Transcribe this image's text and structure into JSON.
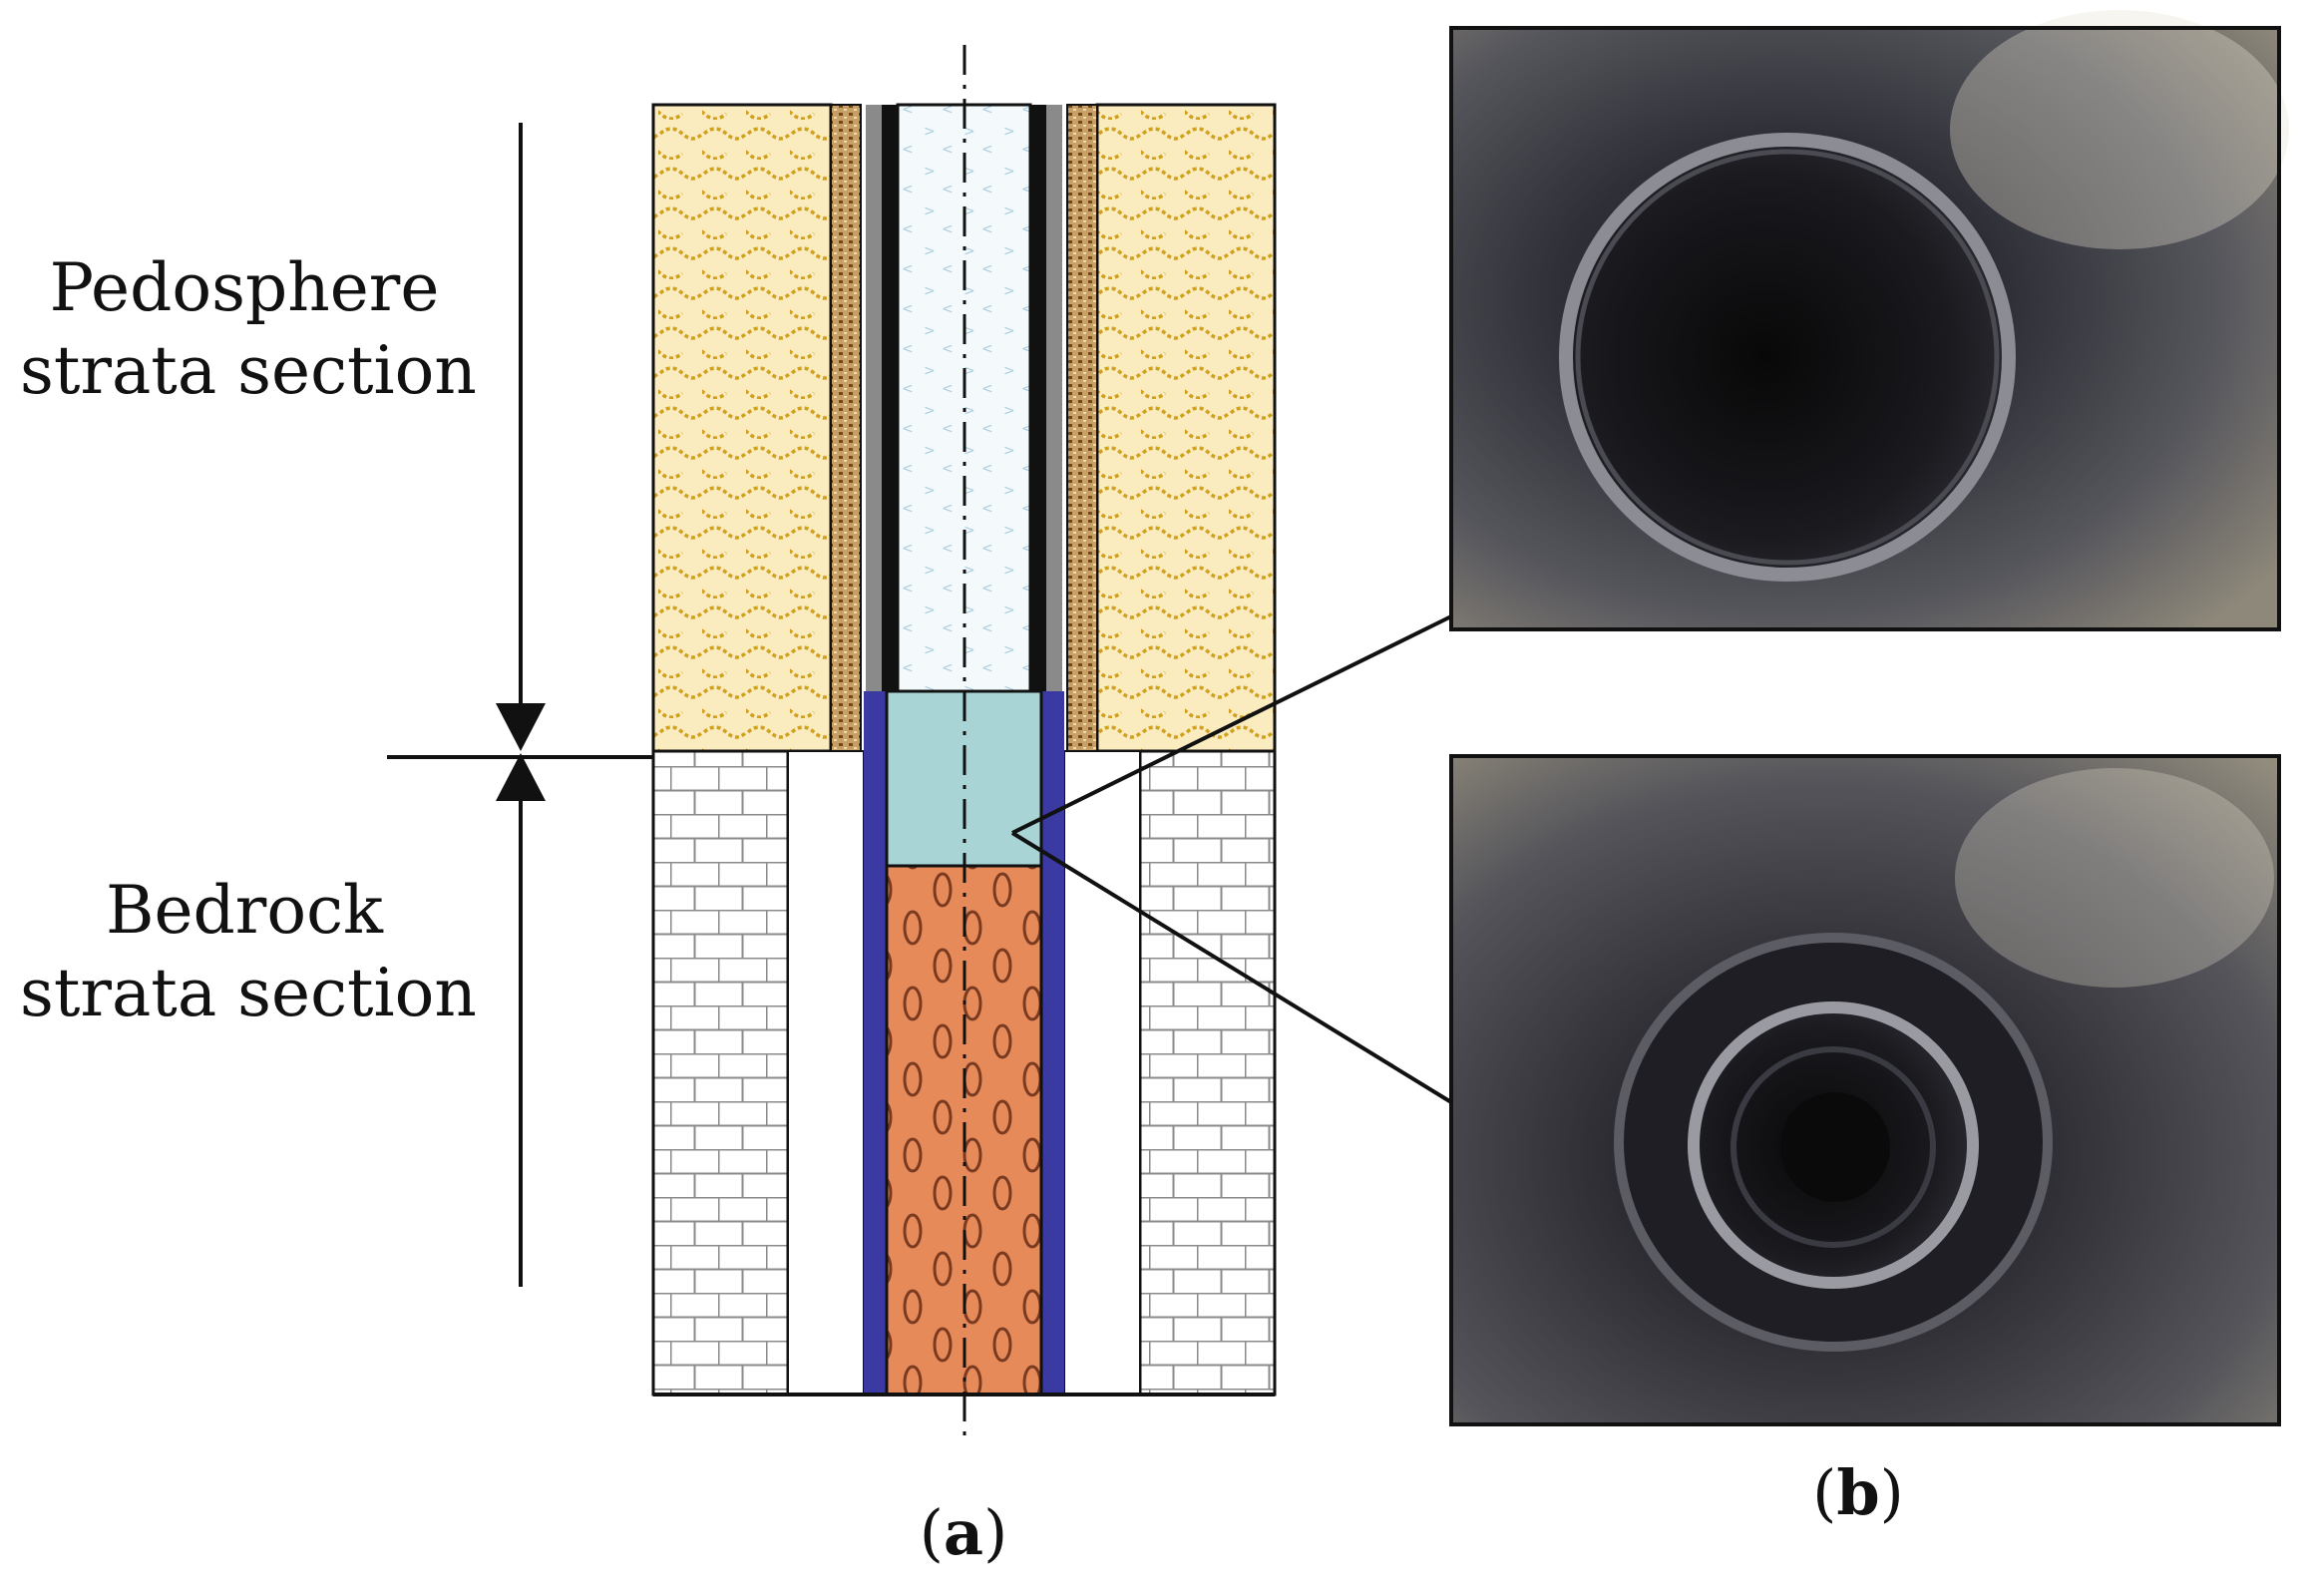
{
  "labels": {
    "pedosphere_line1": "Pedosphere",
    "pedosphere_line2": "strata section",
    "bedrock_line1": "Bedrock",
    "bedrock_line2": "strata section"
  },
  "panels": {
    "a": {
      "open": "(",
      "letter": "a",
      "close": ")"
    },
    "b": {
      "open": "(",
      "letter": "b",
      "close": ")"
    }
  },
  "colors": {
    "soil_fill": "#fbecc0",
    "soil_pattern": "#d3a01e",
    "gravel_band": "#a87e43",
    "casing_gray": "#8a8a8a",
    "casing_black": "#111111",
    "bore_fill": "#f4fafc",
    "bore_pattern": "#a9cfe0",
    "ring_fill": "#a8d4d6",
    "sleeve_blue": "#3a3aa2",
    "core_fill": "#e68a5a",
    "core_oval": "#7a3a20",
    "brick_line": "#8a8a8a"
  }
}
